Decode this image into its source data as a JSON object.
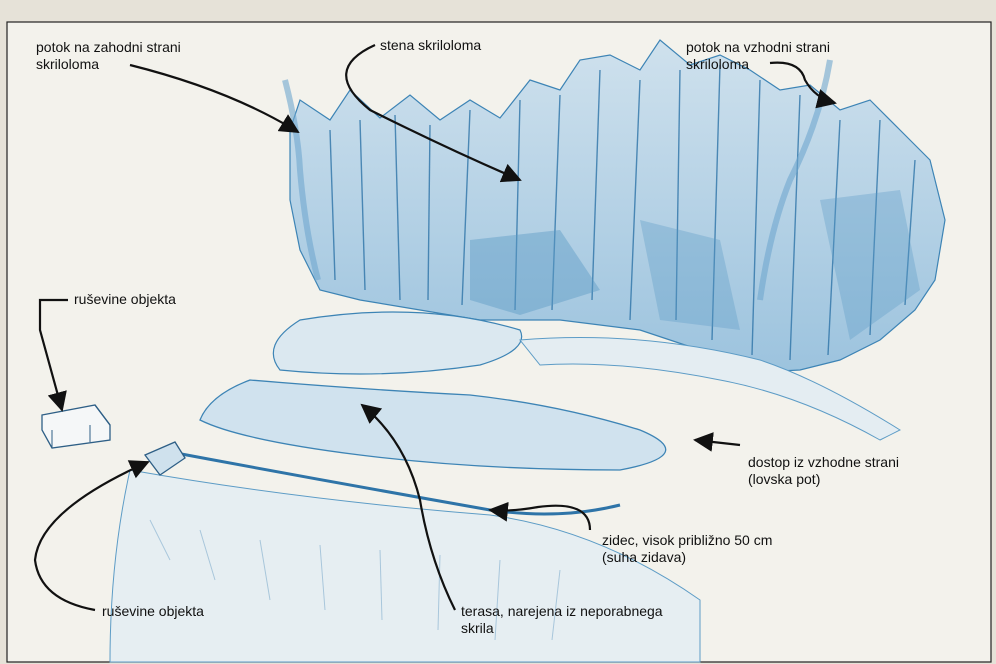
{
  "labels": {
    "potok_zahod": [
      "potok na zahodni strani",
      "skriloloma"
    ],
    "stena": [
      "stena skriloloma"
    ],
    "potok_vzhod": [
      "potok na vzhodni strani",
      "skriloloma"
    ],
    "rusevine_top": [
      "ruševine objekta"
    ],
    "dostop": [
      "dostop iz vzhodne strani",
      "(lovska pot)"
    ],
    "zidec": [
      "zidec, visok približno 50 cm",
      "(suha zidava)"
    ],
    "rusevine_bottom": [
      "ruševine objekta"
    ],
    "terasa": [
      "terasa, narejena iz neporabnega",
      "skrila"
    ]
  },
  "colors": {
    "paper": "#f3f2ec",
    "page_margin": "#e9e6de",
    "rock_light": "#d5e4ee",
    "rock_shade": "#5d9cc6",
    "rock_dark": "#2e74a8",
    "ink": "#111111"
  }
}
